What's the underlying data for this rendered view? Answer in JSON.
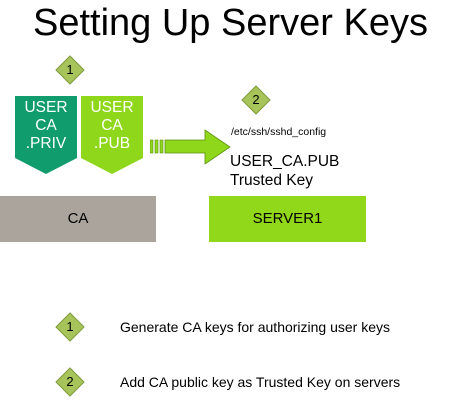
{
  "title": "Setting Up Server Keys",
  "steps": {
    "step1": "1",
    "step2": "2"
  },
  "keys": {
    "priv": {
      "line1": "USER",
      "line2": "CA",
      "line3": ".PRIV"
    },
    "pub": {
      "line1": "USER",
      "line2": "CA",
      "line3": ".PUB"
    }
  },
  "config_path": "/etc/ssh/sshd_config",
  "trusted": {
    "line1": "USER_CA.PUB",
    "line2": "Trusted Key"
  },
  "ca_label": "CA",
  "server_label": "SERVER1",
  "legend": [
    {
      "num": "1",
      "text": "Generate CA keys for authorizing user keys"
    },
    {
      "num": "2",
      "text": "Add CA public key as Trusted Key on servers"
    }
  ],
  "colors": {
    "priv": "#109c6d",
    "pub": "#8ed71b",
    "ca_box": "#aaa49c",
    "server_box": "#92d81a",
    "diamond": "#a6c45a"
  }
}
